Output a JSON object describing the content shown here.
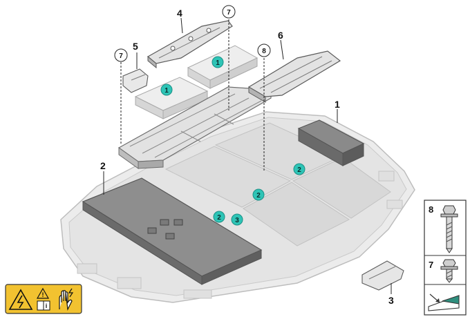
{
  "diagram": {
    "callouts": {
      "c1": "1",
      "c2": "2",
      "c3": "3",
      "c4": "4",
      "c5": "5",
      "c6": "6"
    },
    "circled_refs": {
      "r7a": "7",
      "r7b": "7",
      "r8": "8"
    },
    "teal_markers": {
      "t1a": "1",
      "t1b": "1",
      "t2a": "2",
      "t2b": "2",
      "t2c": "2",
      "t3": "3"
    },
    "legend": {
      "item8": "8",
      "item7": "7"
    },
    "warning_label": {
      "info_symbol": "i"
    },
    "colors": {
      "teal": "#2ec4b6",
      "gray_light": "#e6e6e6",
      "gray_mid": "#b8b8b8",
      "gray_dark": "#6f6f6f",
      "warning_yellow": "#f2c230"
    }
  }
}
